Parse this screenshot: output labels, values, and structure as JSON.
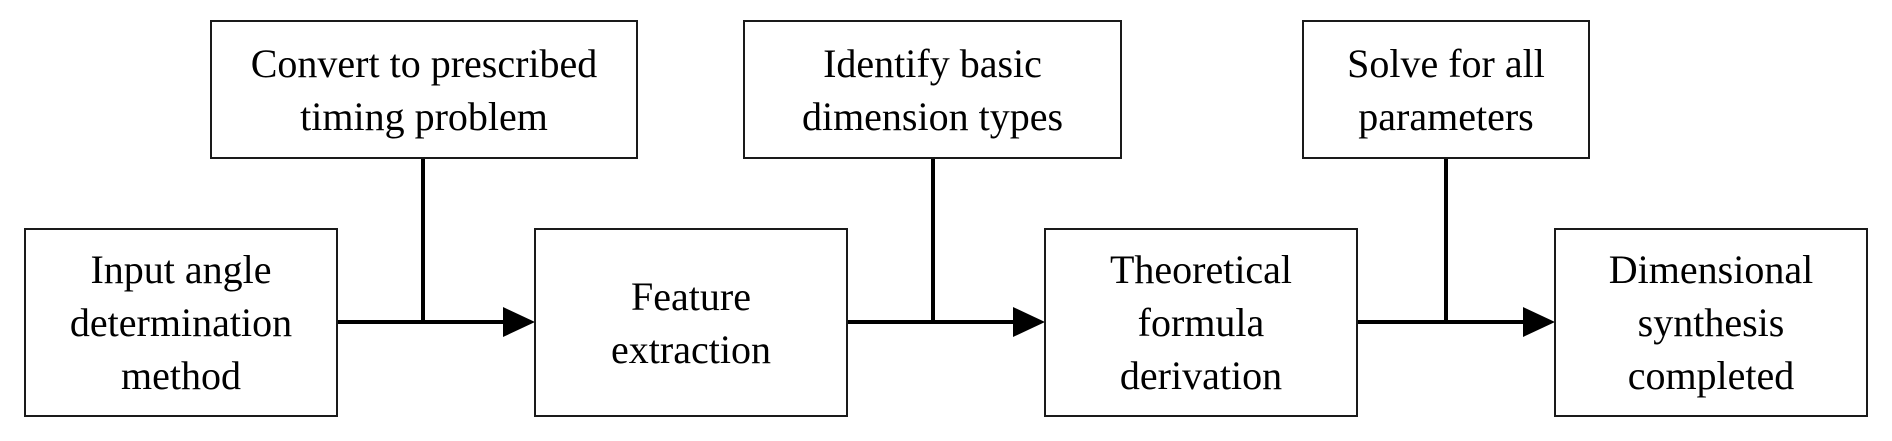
{
  "diagram": {
    "type": "flowchart",
    "main_flow": [
      {
        "id": "step1",
        "label": "Input angle\ndetermination\nmethod"
      },
      {
        "id": "step2",
        "label": "Feature\nextraction"
      },
      {
        "id": "step3",
        "label": "Theoretical\nformula\nderivation"
      },
      {
        "id": "step4",
        "label": "Dimensional\nsynthesis\ncompleted"
      }
    ],
    "side_inputs": [
      {
        "id": "aux1",
        "label": "Convert to prescribed\ntiming problem",
        "joins_edge": "step1->step2"
      },
      {
        "id": "aux2",
        "label": "Identify basic\ndimension types",
        "joins_edge": "step2->step3"
      },
      {
        "id": "aux3",
        "label": "Solve for all\nparameters",
        "joins_edge": "step3->step4"
      }
    ],
    "edges": [
      {
        "from": "step1",
        "to": "step2"
      },
      {
        "from": "step2",
        "to": "step3"
      },
      {
        "from": "step3",
        "to": "step4"
      }
    ],
    "colors": {
      "stroke": "#000000",
      "background": "#ffffff"
    }
  }
}
